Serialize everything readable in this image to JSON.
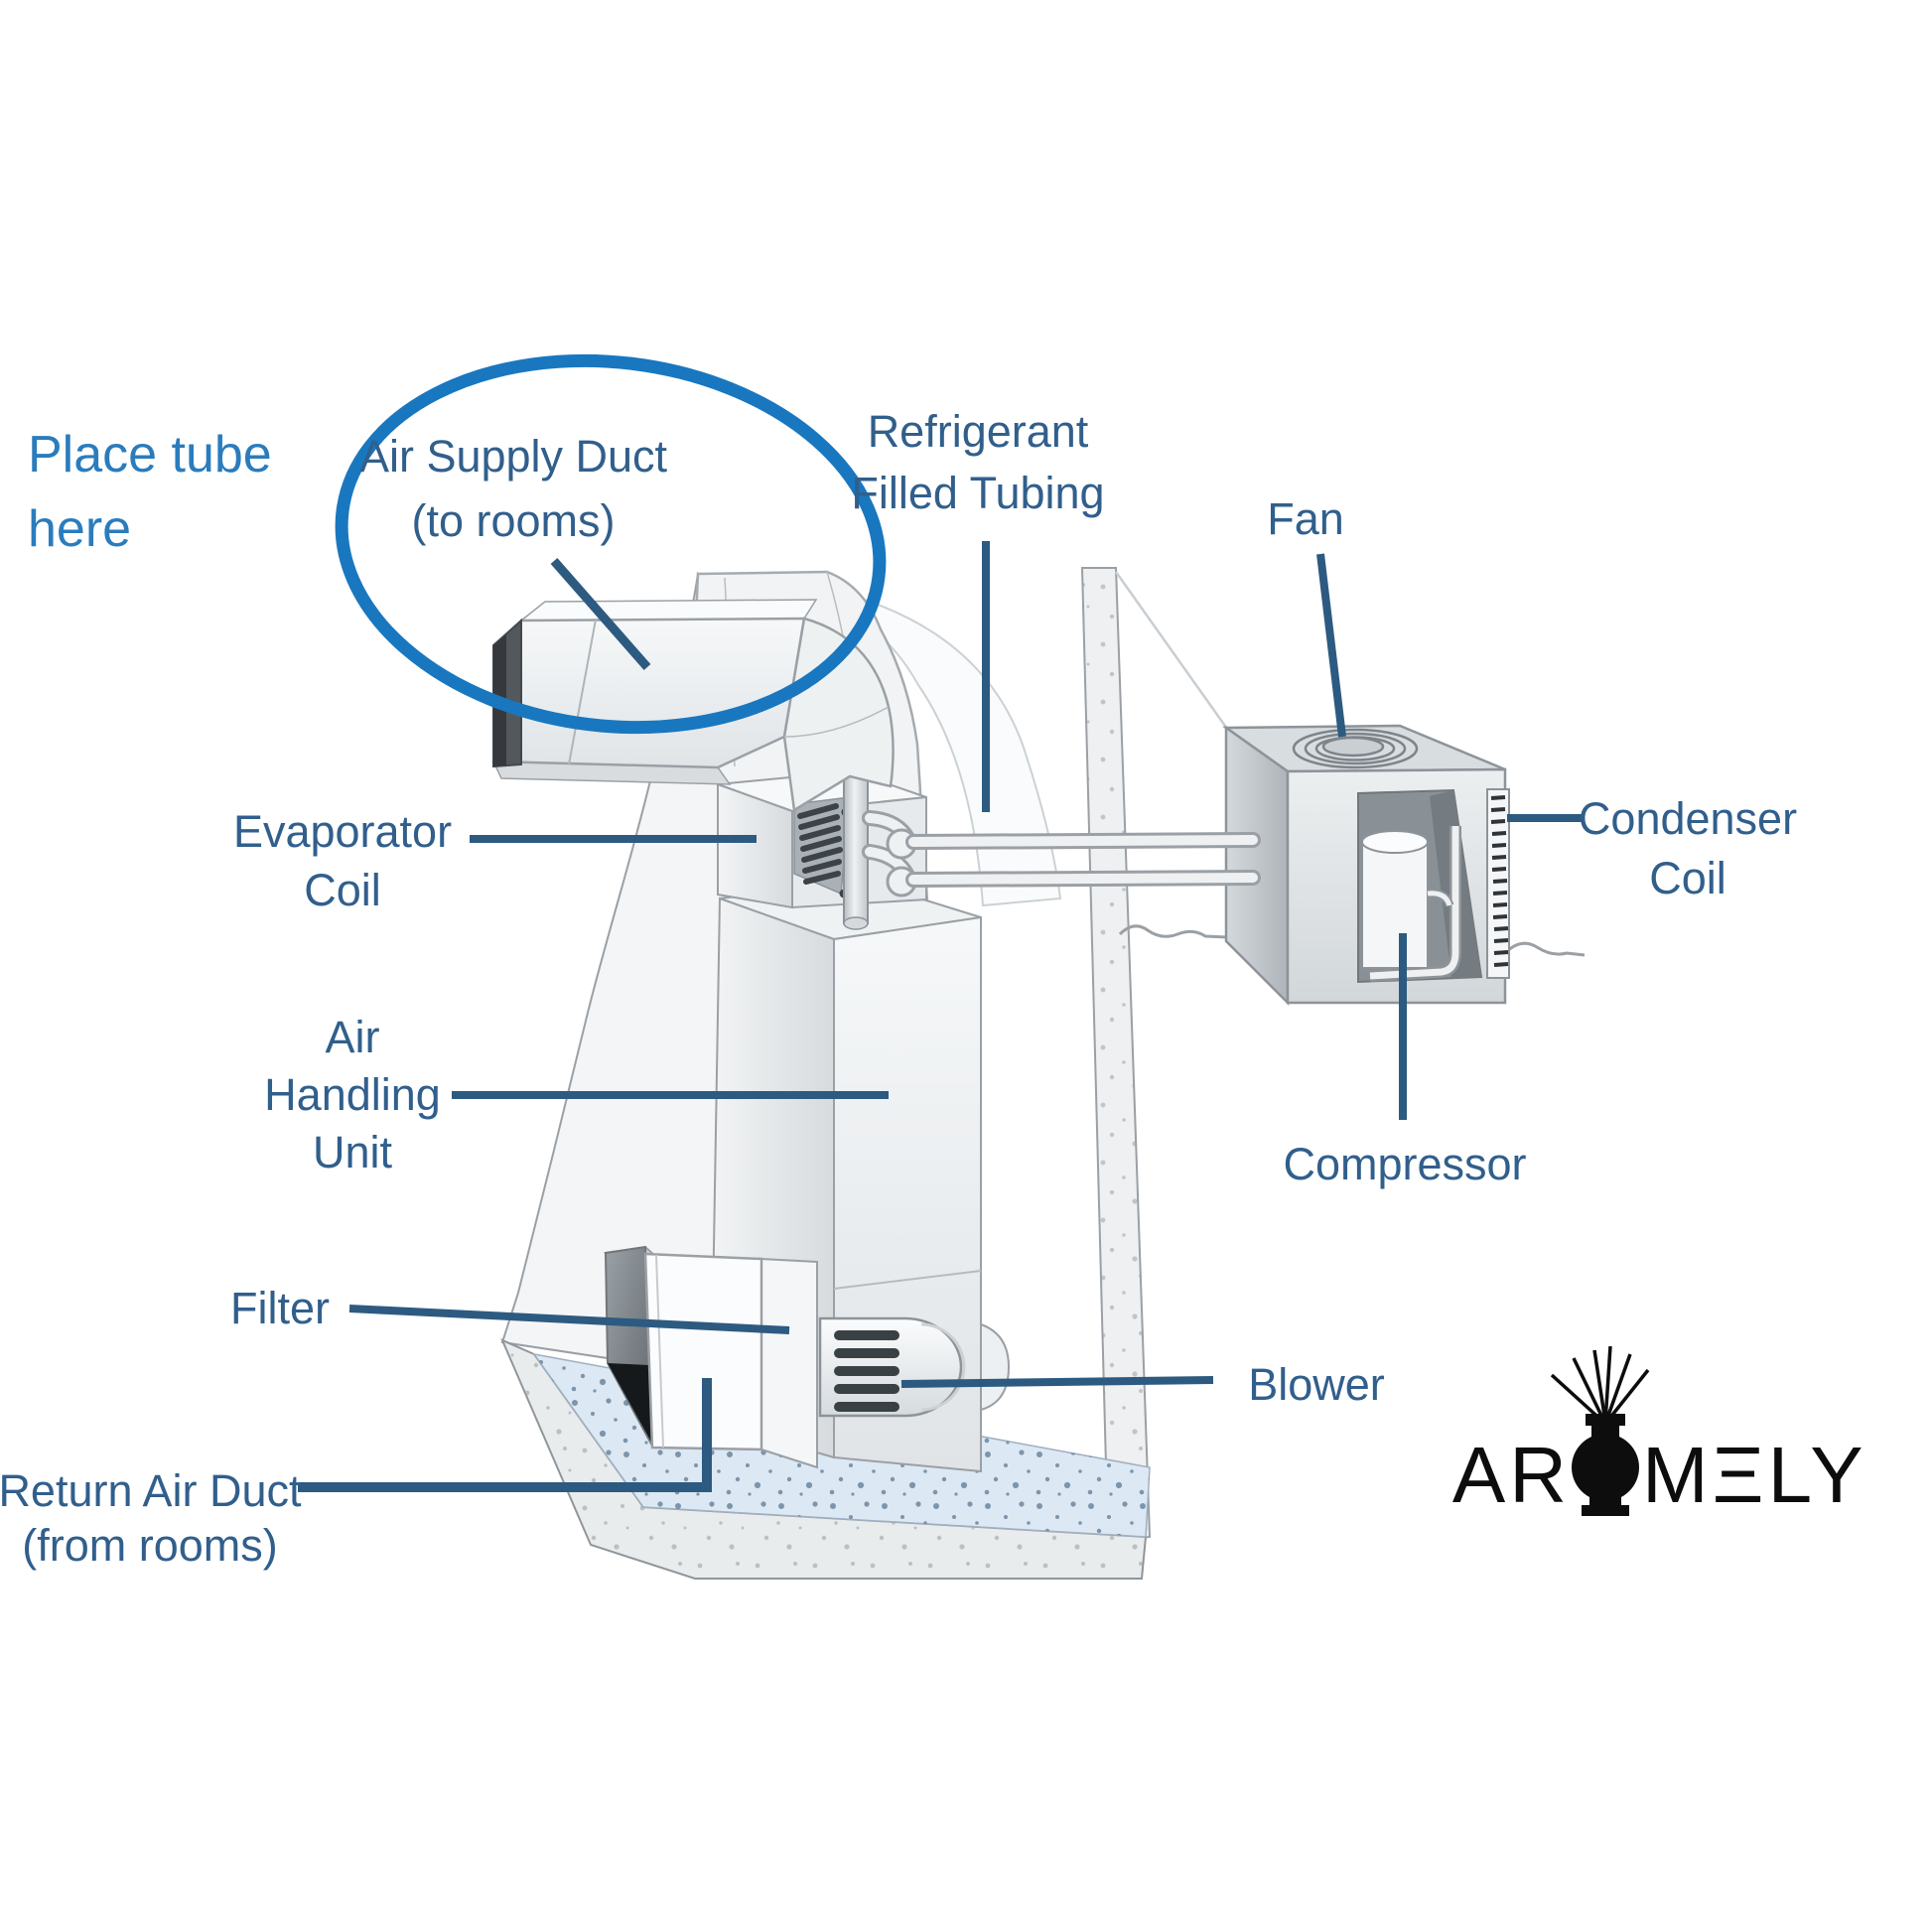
{
  "note": {
    "line1": "Place tube",
    "line2": "here"
  },
  "labels": {
    "air_supply_duct": {
      "line1": "Air Supply Duct",
      "line2": "(to rooms)"
    },
    "refrigerant_tubing": {
      "line1": "Refrigerant",
      "line2": "Filled Tubing"
    },
    "fan": {
      "text": "Fan"
    },
    "condenser_coil": {
      "line1": "Condenser",
      "line2": "Coil"
    },
    "evaporator_coil": {
      "line1": "Evaporator",
      "line2": "Coil"
    },
    "air_handling_unit": {
      "line1": "Air",
      "line2": "Handling",
      "line3": "Unit"
    },
    "compressor": {
      "text": "Compressor"
    },
    "filter": {
      "text": "Filter"
    },
    "blower": {
      "text": "Blower"
    },
    "return_air_duct": {
      "line1": "Return Air Duct",
      "line2": "(from rooms)"
    }
  },
  "logo": {
    "left": "AR",
    "right": "MΞLY",
    "icon": "reed-diffuser-vase"
  },
  "colors": {
    "note_blue": "#2a7cbd",
    "label_blue": "#315f8c",
    "leader_blue": "#2d5a80",
    "highlight_ellipse": "#1977c0",
    "logo_black": "#0d0d0d",
    "floor_blue": "#dce8f3"
  }
}
